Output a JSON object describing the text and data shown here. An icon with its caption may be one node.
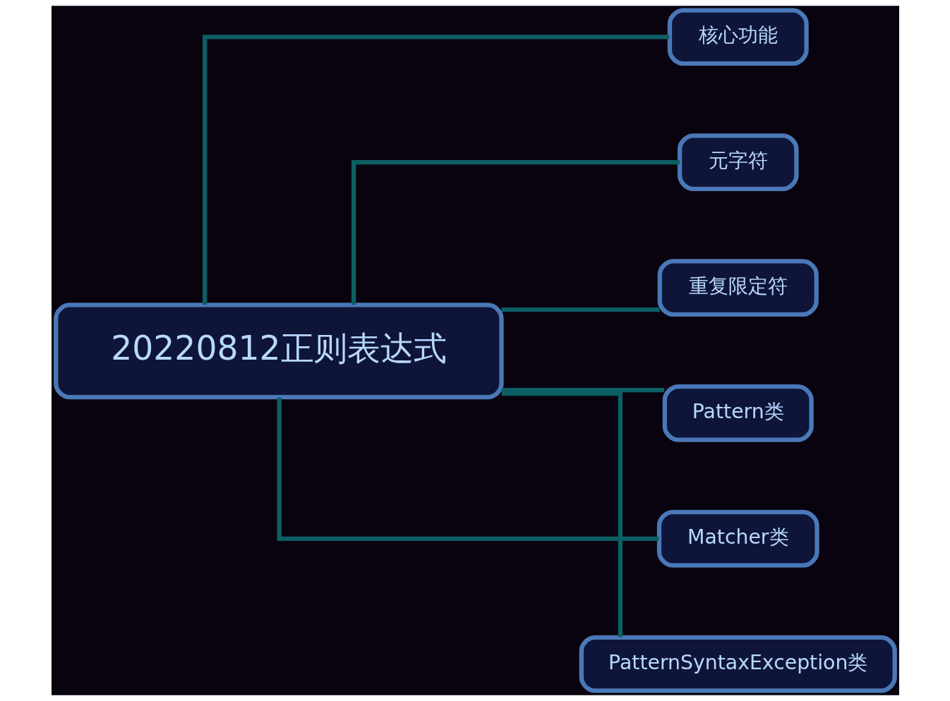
{
  "diagram": {
    "nodes": [
      {
        "text": [
          "20220812正则表达式"
        ]
      },
      {
        "text": [
          "核心功能"
        ]
      },
      {
        "text": [
          "元字符"
        ]
      },
      {
        "text": [
          "重复限定符"
        ]
      },
      {
        "text": [
          "Pattern类"
        ]
      },
      {
        "text": [
          "Matcher类"
        ]
      },
      {
        "text": [
          "PatternSyntaxException类"
        ]
      }
    ],
    "edges": [
      {
        "from": 0,
        "to": 1,
        "arrow": "none"
      },
      {
        "from": 0,
        "to": 2,
        "arrow": "none"
      },
      {
        "from": 0,
        "to": 3,
        "arrow": "none"
      },
      {
        "from": 0,
        "to": 4,
        "arrow": "none"
      },
      {
        "from": 0,
        "to": 5,
        "arrow": "none"
      },
      {
        "from": 0,
        "to": 6,
        "arrow": "none"
      }
    ]
  }
}
